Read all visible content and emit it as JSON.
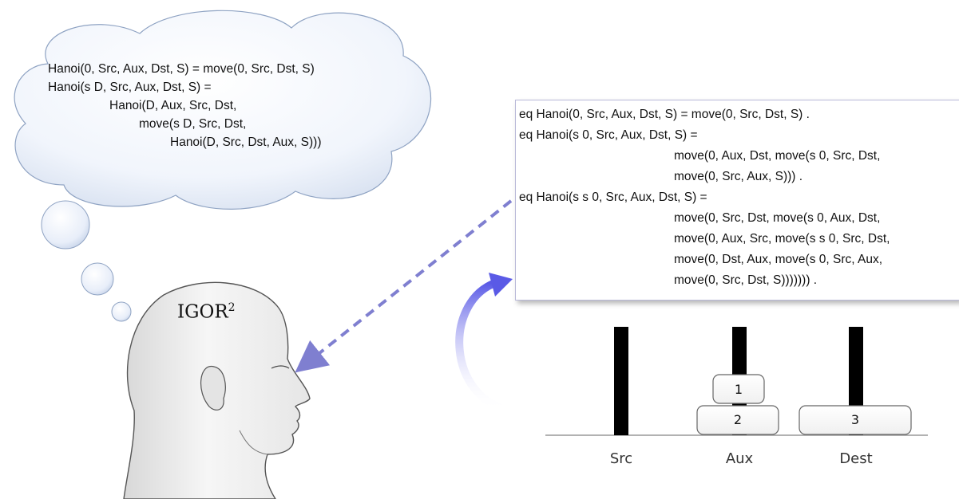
{
  "thought_cloud": {
    "lines": [
      "Hanoi(0, Src, Aux, Dst, S) = move(0, Src, Dst, S)",
      "Hanoi(s D, Src, Aux, Dst, S) =",
      "Hanoi(D, Aux, Src, Dst,",
      "move(s D, Src, Dst,",
      "Hanoi(D, Src, Dst, Aux, S)))"
    ]
  },
  "agent": {
    "name": "IGOR",
    "superscript": "2"
  },
  "equations_box": {
    "lines": [
      "eq Hanoi(0, Src, Aux, Dst, S) = move(0, Src, Dst, S) .",
      "eq Hanoi(s 0, Src, Aux, Dst, S) =",
      "move(0, Aux, Dst, move(s 0, Src, Dst,",
      "move(0, Src, Aux, S))) .",
      "eq Hanoi(s s 0, Src, Aux, Dst, S) =",
      "move(0, Src, Dst, move(s 0, Aux, Dst,",
      "move(0, Aux, Src, move(s s 0, Src, Dst,",
      "move(0, Dst, Aux, move(s 0, Src, Aux,",
      "move(0, Src, Dst, S))))))) ."
    ]
  },
  "tower": {
    "pegs": [
      "Src",
      "Aux",
      "Dest"
    ],
    "disks": [
      "1",
      "2",
      "3"
    ]
  },
  "colors": {
    "arrow": "#7f7fd0",
    "cycle_arrow": "#6a6ae0",
    "peg": "#000000",
    "cloud_fill": "#eef3fb",
    "cloud_stroke": "#8fa3c3"
  }
}
